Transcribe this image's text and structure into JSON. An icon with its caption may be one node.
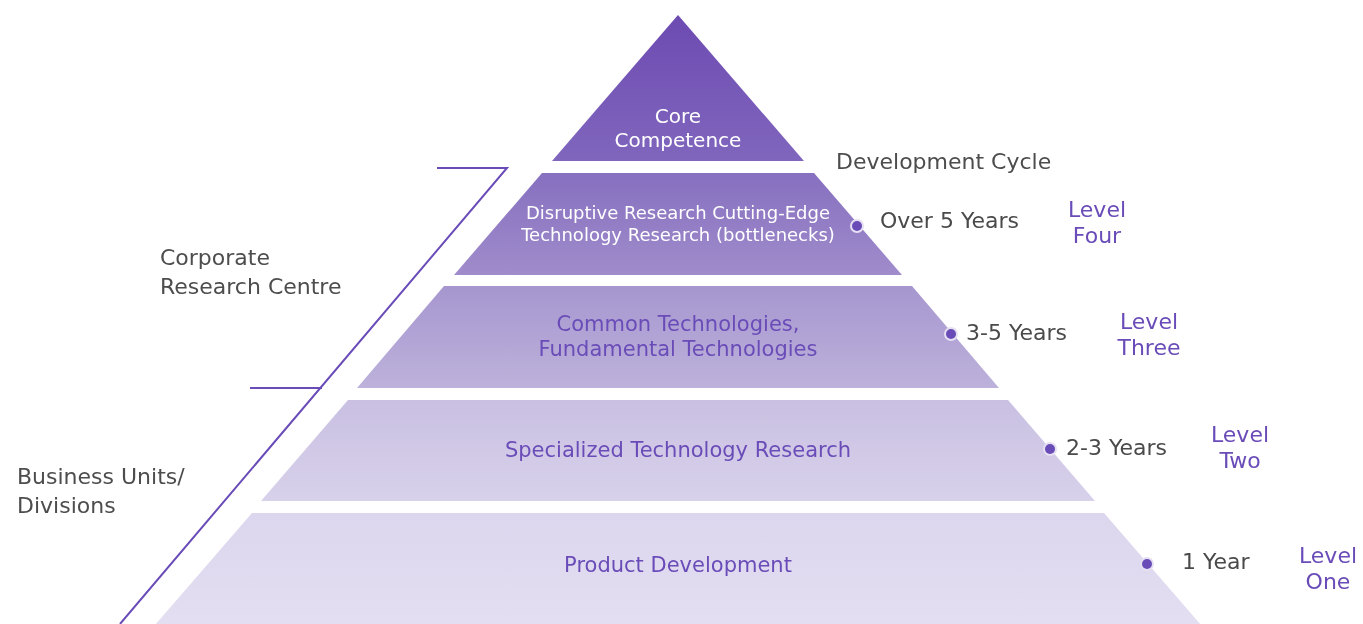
{
  "diagram": {
    "nodes": [
      {
        "text": [
          "Core Competence"
        ]
      },
      {
        "text": [
          "Disruptive Research Cutting-Edge Technology Research (bottlenecks)"
        ],
        "beside": [
          "Over 5 Years",
          "Level Four"
        ]
      },
      {
        "text": [
          "Common Technologies, Fundamental Technologies"
        ],
        "beside": [
          "3-5 Years",
          "Level Three"
        ]
      },
      {
        "text": [
          "Specialized Technology Research"
        ],
        "beside": [
          "2-3 Years",
          "Level Two"
        ]
      },
      {
        "text": [
          "Product Development"
        ],
        "beside": [
          "1 Year",
          "Level One"
        ]
      }
    ],
    "labels": [
      "Development Cycle",
      "Corporate Research Centre",
      "Business Units/ Divisions"
    ]
  }
}
